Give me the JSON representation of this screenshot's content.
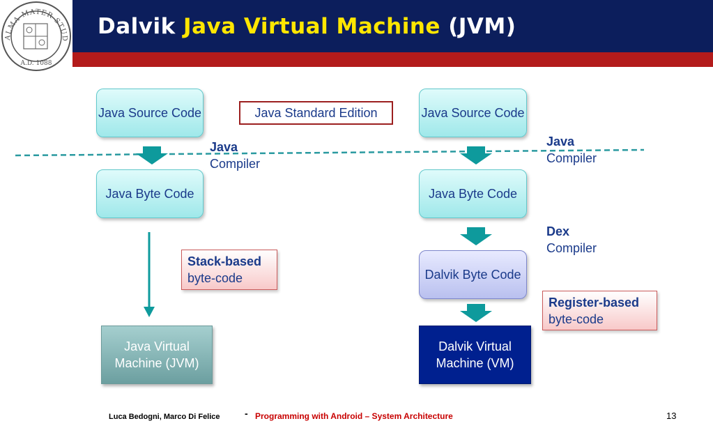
{
  "header": {
    "title_part1": "Dalvik ",
    "title_highlight": "Java Virtual Machine",
    "title_part2": " (JVM)",
    "logo_text": "ALMA MATER STUDIORUM A.D. 1088"
  },
  "left_column": {
    "source_box": "Java Source Code",
    "byte_box": "Java Byte Code",
    "vm_box": "Java Virtual Machine (JVM)"
  },
  "right_column": {
    "source_box": "Java Source Code",
    "byte_box": "Java Byte Code",
    "dalvik_byte_box": "Dalvik Byte Code",
    "vm_box": "Dalvik Virtual Machine (VM)"
  },
  "labels": {
    "java_standard_edition": "Java Standard Edition",
    "left_compiler_bold": "Java",
    "left_compiler_text": "Compiler",
    "right_compiler_bold": "Java",
    "right_compiler_text": "Compiler",
    "dex_bold": "Dex",
    "dex_text": "Compiler"
  },
  "notes": {
    "stack_bold": "Stack-based",
    "stack_text": "byte-code",
    "register_bold": "Register-based",
    "register_text": "byte-code"
  },
  "footer": {
    "authors": "Luca Bedogni, Marco Di Felice",
    "separator": "-",
    "course": "Programming with Android – System Architecture",
    "page": "13"
  },
  "colors": {
    "header_bg": "#0c1e5c",
    "header_red": "#b31b1b",
    "title_highlight": "#ffe600",
    "arrow_teal": "#0e9a9c",
    "text_blue": "#1a3a8a",
    "footer_red": "#c80000"
  }
}
